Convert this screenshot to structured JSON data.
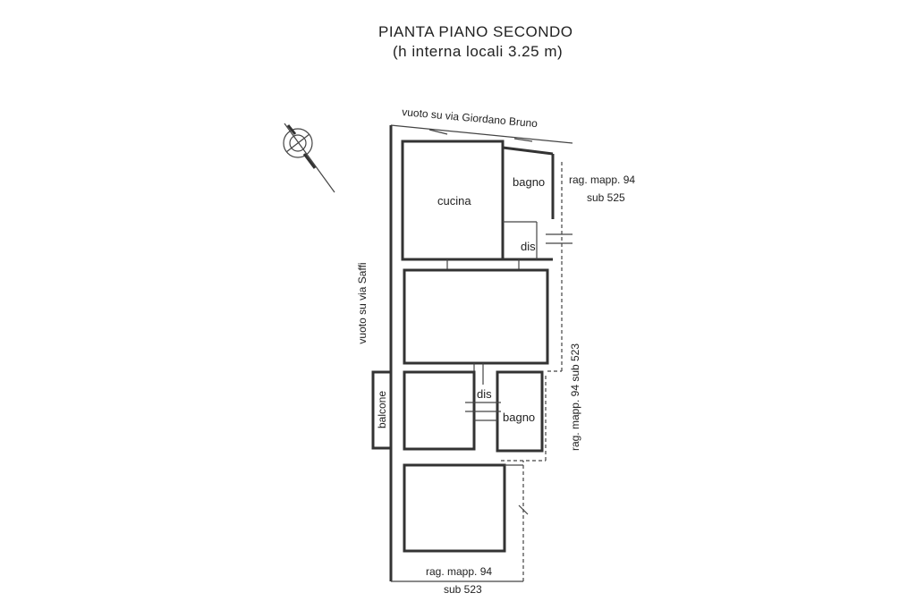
{
  "title": {
    "line1": "PIANTA PIANO SECONDO",
    "line2": "(h interna locali 3.25 m)"
  },
  "labels": {
    "top_street": "vuoto su via Giordano Bruno",
    "left_street": "vuoto su via Saffi",
    "top_right_neighbor_1": "rag. mapp. 94",
    "top_right_neighbor_2": "sub 525",
    "right_neighbor": "rag. mapp. 94 sub 523",
    "bottom_neighbor_1": "rag. mapp. 94",
    "bottom_neighbor_2": "sub 523"
  },
  "rooms": {
    "cucina": "cucina",
    "bagno_top": "bagno",
    "dis_top": "dis",
    "dis_mid": "dis",
    "bagno_mid": "bagno",
    "balcone": "balcone"
  },
  "icons": [
    "compass-north-icon"
  ]
}
